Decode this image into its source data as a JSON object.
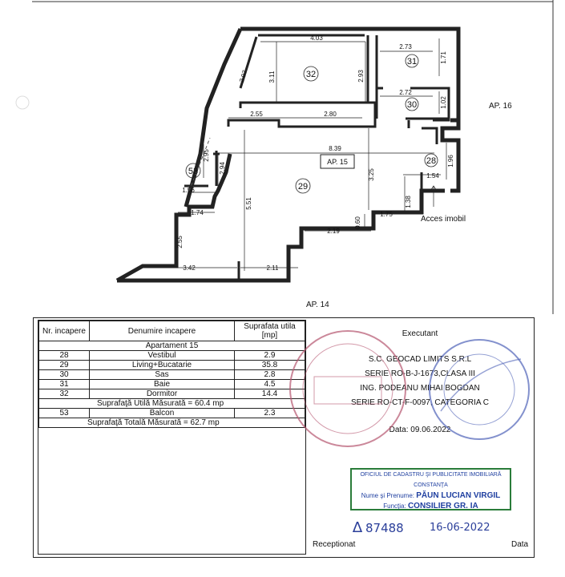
{
  "plan": {
    "neighbor_right": "AP. 16",
    "neighbor_bottom": "AP. 14",
    "apartment_label": "AP. 15",
    "access_label": "Acces imobil",
    "rooms": [
      "32",
      "31",
      "30",
      "28",
      "29",
      "53"
    ],
    "dims": {
      "d403": "4.03",
      "d273": "2.73",
      "d171": "1.71",
      "d297": "2.97",
      "d311": "3.11",
      "d293": "2.93",
      "d272": "2.72",
      "d102": "1.02",
      "d255": "2.55",
      "d280": "2.80",
      "d839": "8.39",
      "d196": "1.96",
      "d295": "2.95",
      "d294": "2.94",
      "d325": "3.25",
      "d154": "1.54",
      "d156": "1.56",
      "d551": "5.51",
      "d138": "1.38",
      "d174": "1.74",
      "d175": "1.75",
      "d060": "0.60",
      "d219": "2.19",
      "d255b": "2.55",
      "d342": "3.42",
      "d211": "2.11"
    }
  },
  "table": {
    "headers": [
      "Nr. incapere",
      "Denumire incapere",
      "Suprafata utila [mp]"
    ],
    "apartment": "Apartament 15",
    "rows": [
      {
        "nr": "28",
        "name": "Vestibul",
        "area": "2.9"
      },
      {
        "nr": "29",
        "name": "Living+Bucatarie",
        "area": "35.8"
      },
      {
        "nr": "30",
        "name": "Sas",
        "area": "2.8"
      },
      {
        "nr": "31",
        "name": "Baie",
        "area": "4.5"
      },
      {
        "nr": "32",
        "name": "Dormitor",
        "area": "14.4"
      }
    ],
    "util_total": "Suprafaţă Utilă Măsurată  = 60.4  mp",
    "balcony": {
      "nr": "53",
      "name": "Balcon",
      "area": "2.3"
    },
    "grand_total": "Suprafaţă Totală Măsurată = 62.7  mp"
  },
  "executant": {
    "title": "Executant",
    "line1": "S.C. GEOCAD LIMITS S.R.L",
    "line2": "SERIE RO-B-J-1673,CLASA III",
    "line3": "ING. PODEANU MIHAI BOGDAN",
    "line4": "SERIE RO-CT-F-0097, CATEGORIA C",
    "line5": "Data: 09.06.2022",
    "receptionat": "Receptionat",
    "data": "Data"
  },
  "ocpi": {
    "line1": "OFICIUL DE CADASTRU ŞI PUBLICITATE IMOBILIARĂ CONSTANŢA",
    "line2_label": "Nume şi Prenume:",
    "line2_value": "PĂUN LUCIAN VIRGIL",
    "line3_label": "Funcţia:",
    "line3_value": "CONSILIER GR. IA"
  },
  "handwriting": {
    "number": "87488",
    "date": "16-06-2022"
  },
  "colors": {
    "stamp_blue": "#4f63b8",
    "stamp_red": "#b5556f",
    "ocpi_green": "#2a7c3a"
  }
}
